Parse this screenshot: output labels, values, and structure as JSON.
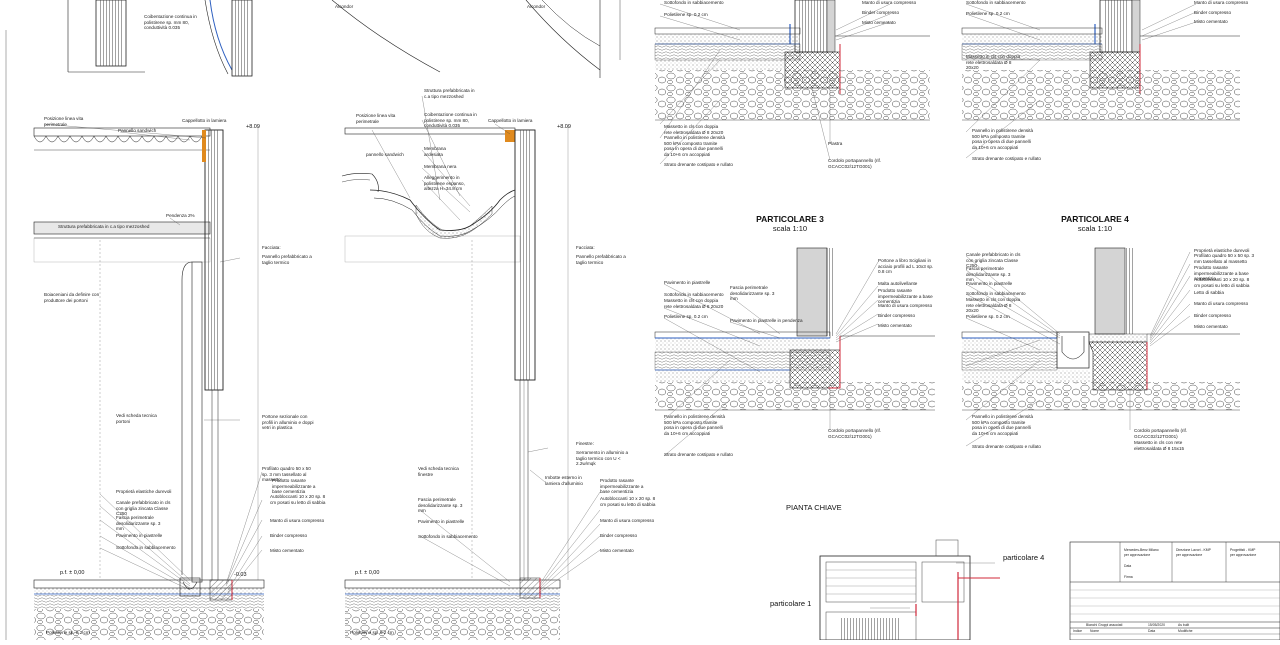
{
  "sheet": {
    "detail_titles": [
      {
        "title": "PARTICOLARE 3",
        "scale": "scala 1:10"
      },
      {
        "title": "PARTICOLARE 4",
        "scale": "scala 1:10"
      }
    ],
    "key_plan": {
      "title": "PIANTA CHIAVE",
      "labels": [
        "particolare 1",
        "particolare 4"
      ]
    },
    "levels": [
      "+8.09",
      "+8.09",
      "p.f. ± 0,00",
      "p.f. ± 0,00",
      "-0.03"
    ],
    "top_left_labels": [
      "Coibentazione continua in polistirene sp. mm 80, conduttività 0.035",
      "Alcondor",
      "Alcondor"
    ],
    "section1_labels": [
      "Posizione linea vita perimetrale",
      "Pannello sandwich",
      "Cappellotto in lamiera",
      "Pendenza 2%",
      "Struttura prefabbricata in c.a tipo mezzoshed",
      "Facciata:",
      "Pannello prefabbricato a taglio termico",
      "Boiaceniani da definire con produttore dei portoni",
      "Vedi scheda tecnica portoni",
      "Portone sezionale con profili in alluminio e doppi vetri in plastica",
      "Profilato quadro 50 x 50 sp. 3 mm tassellato al massetto",
      "Prodotto rasante impermeabilizzante a base cementizia",
      "Autobloccanti 10 x 20 sp. 8 cm posati su letto di sabbia",
      "Manto di usura compresso",
      "Binder compresso",
      "Misto cementato",
      "Proprietà elastiche durevoli",
      "Canale prefabbricato in cls con griglia zincata Classe C250",
      "Fascia perimetrale desolidarizzante sp. 3 mm",
      "Pavimento in piastrelle",
      "Sottofondo in sabbiacemento",
      "Polietilene sp. 0.2 cm"
    ],
    "section2_labels": [
      "Struttura prefabbricata in c.a tipo mezzoshed",
      "Posizione linea vita perimetrale",
      "Coibentazione continua in polistirene sp. mm 80, conduttività 0.035",
      "Cappellotto in lamiera",
      "pannello sandwich",
      "Membrana ardesiata",
      "Membrana nera",
      "Alleggerimento in polistirene espanso, altezza H=34.8 cm",
      "Facciata:",
      "Pannello prefabbricato a taglio termico",
      "Finestre:",
      "Serramento in alluminio a taglio termico con U < 2.2w/mqk",
      "Imbotte esterno in lamiera d'alluminio",
      "Vedi scheda tecnica finestre",
      "Prodotto rasante impermeabilizzante a base cementizia",
      "Autobloccanti 10 x 20 sp. 8 cm posati su letto di sabbia",
      "Fascia perimetrale desolidarizzante sp. 3 mm",
      "Pavimento in piastrelle",
      "Sottofondo in sabbiacemento",
      "Manto di usura compresso",
      "Binder compresso",
      "Misto cementato",
      "Polietilene sp. 0.2 cm"
    ],
    "detail1_labels": [
      "Sottofondo in sabbiacemento",
      "Polietilene sp. 0.2 cm",
      "Manto di usura compresso",
      "Binder compresso",
      "Misto cementato",
      "Massetto in cls con doppia rete elettrosaldata Ø 8 20x20",
      "Pannello in polistirene densità 500 kPa composto tramite posa in opera di due pannelli da 10+6 cm accoppiati",
      "Strato drenante costipato e rullato",
      "Plastra",
      "Cordolo portapannello (rif. GCACC02/12TG001)"
    ],
    "detail2_labels": [
      "Sottofondo in sabbiacemento",
      "Polietilene sp. 0.2 cm",
      "Massetto in cls con doppia rete elettrosaldata Ø 8 20x20",
      "Manto di usura compresso",
      "Binder compresso",
      "Misto cementato",
      "Pannello in polistirene densità 500 kPa composto tramite posa in opera di due pannelli da 10+6 cm accoppiati",
      "Strato drenante costipato e rullato"
    ],
    "detail3_labels": [
      "Portone a libro Scigliani in acciaio profili ad L 10x3 sp. 0.8 cm",
      "Pavimento in piastrelle",
      "Fascia perimetrale desolidarizzante sp. 3 mm",
      "Malta autolivellante",
      "Prodotto rasante impermeabilizzante a base cementizia",
      "Sottofondo in sabbiacemento",
      "Massetto in cls con doppia rete elettrosaldata Ø 8 20x20",
      "Pavimento in piastrelle in pendenza",
      "Manto di usura compresso",
      "Binder compresso",
      "Misto cementato",
      "Polietilene sp. 0.2 cm",
      "Pannello in polistirene densità 500 kPa composto tramite posa in opera di due pannelli da 10+6 cm accoppiati",
      "Cordolo portapannello (rif. GCACC02/12TG001)",
      "Strato drenante costipato e rullato"
    ],
    "detail4_labels": [
      "Canale prefabbricato in cls con griglia zincata Classe C250",
      "Fascia perimetrale desolidarizzante sp. 3 mm",
      "Pavimento in piastrelle",
      "Sottofondo in sabbiacemento",
      "Massetto in cls con doppia rete elettrosaldata Ø 8 20x20",
      "Polietilene sp. 0.2 cm",
      "Proprietà elastiche durevoli",
      "Profilato quadro 50 x 50 sp. 3 mm tassellato al massetto",
      "Prodotto rasante impermeabilizzante a base cementizia",
      "Autobloccanti 10 x 20 sp. 8 cm posati su letto di sabbia",
      "Letto di sabbia",
      "Manto di usura compresso",
      "Binder compresso",
      "Misto cementato",
      "Pannello in polistirene densità 500 kPa composto tramite posa in opera di due pannelli da 10+6 cm accoppiati",
      "Cordolo portapannello (rif. GCACC02/12TG001)",
      "Massetto in cls con rete elettrosaldata Ø 8 15x15",
      "Strato drenante costipato e rullato"
    ],
    "title_block": {
      "cells": [
        "Mercedes-Benz Milano",
        "Direzione Lavori - KMP",
        "Progettisti - KMP"
      ],
      "approval_label": "per approvazione",
      "fields": [
        "Data",
        "Firma"
      ],
      "revision_row": [
        "Bianchi Gruppi associati",
        "15/05/2020",
        "As built"
      ],
      "revision_header": [
        "Indice",
        "Nome",
        "Data",
        "Modifiche"
      ]
    },
    "colors": {
      "line": "#1a1a1a",
      "blue_membrane": "#2d5fc0",
      "red_accent": "#d0283a",
      "orange_accent": "#e08a1e",
      "light_fill": "#d4d4d4"
    }
  }
}
